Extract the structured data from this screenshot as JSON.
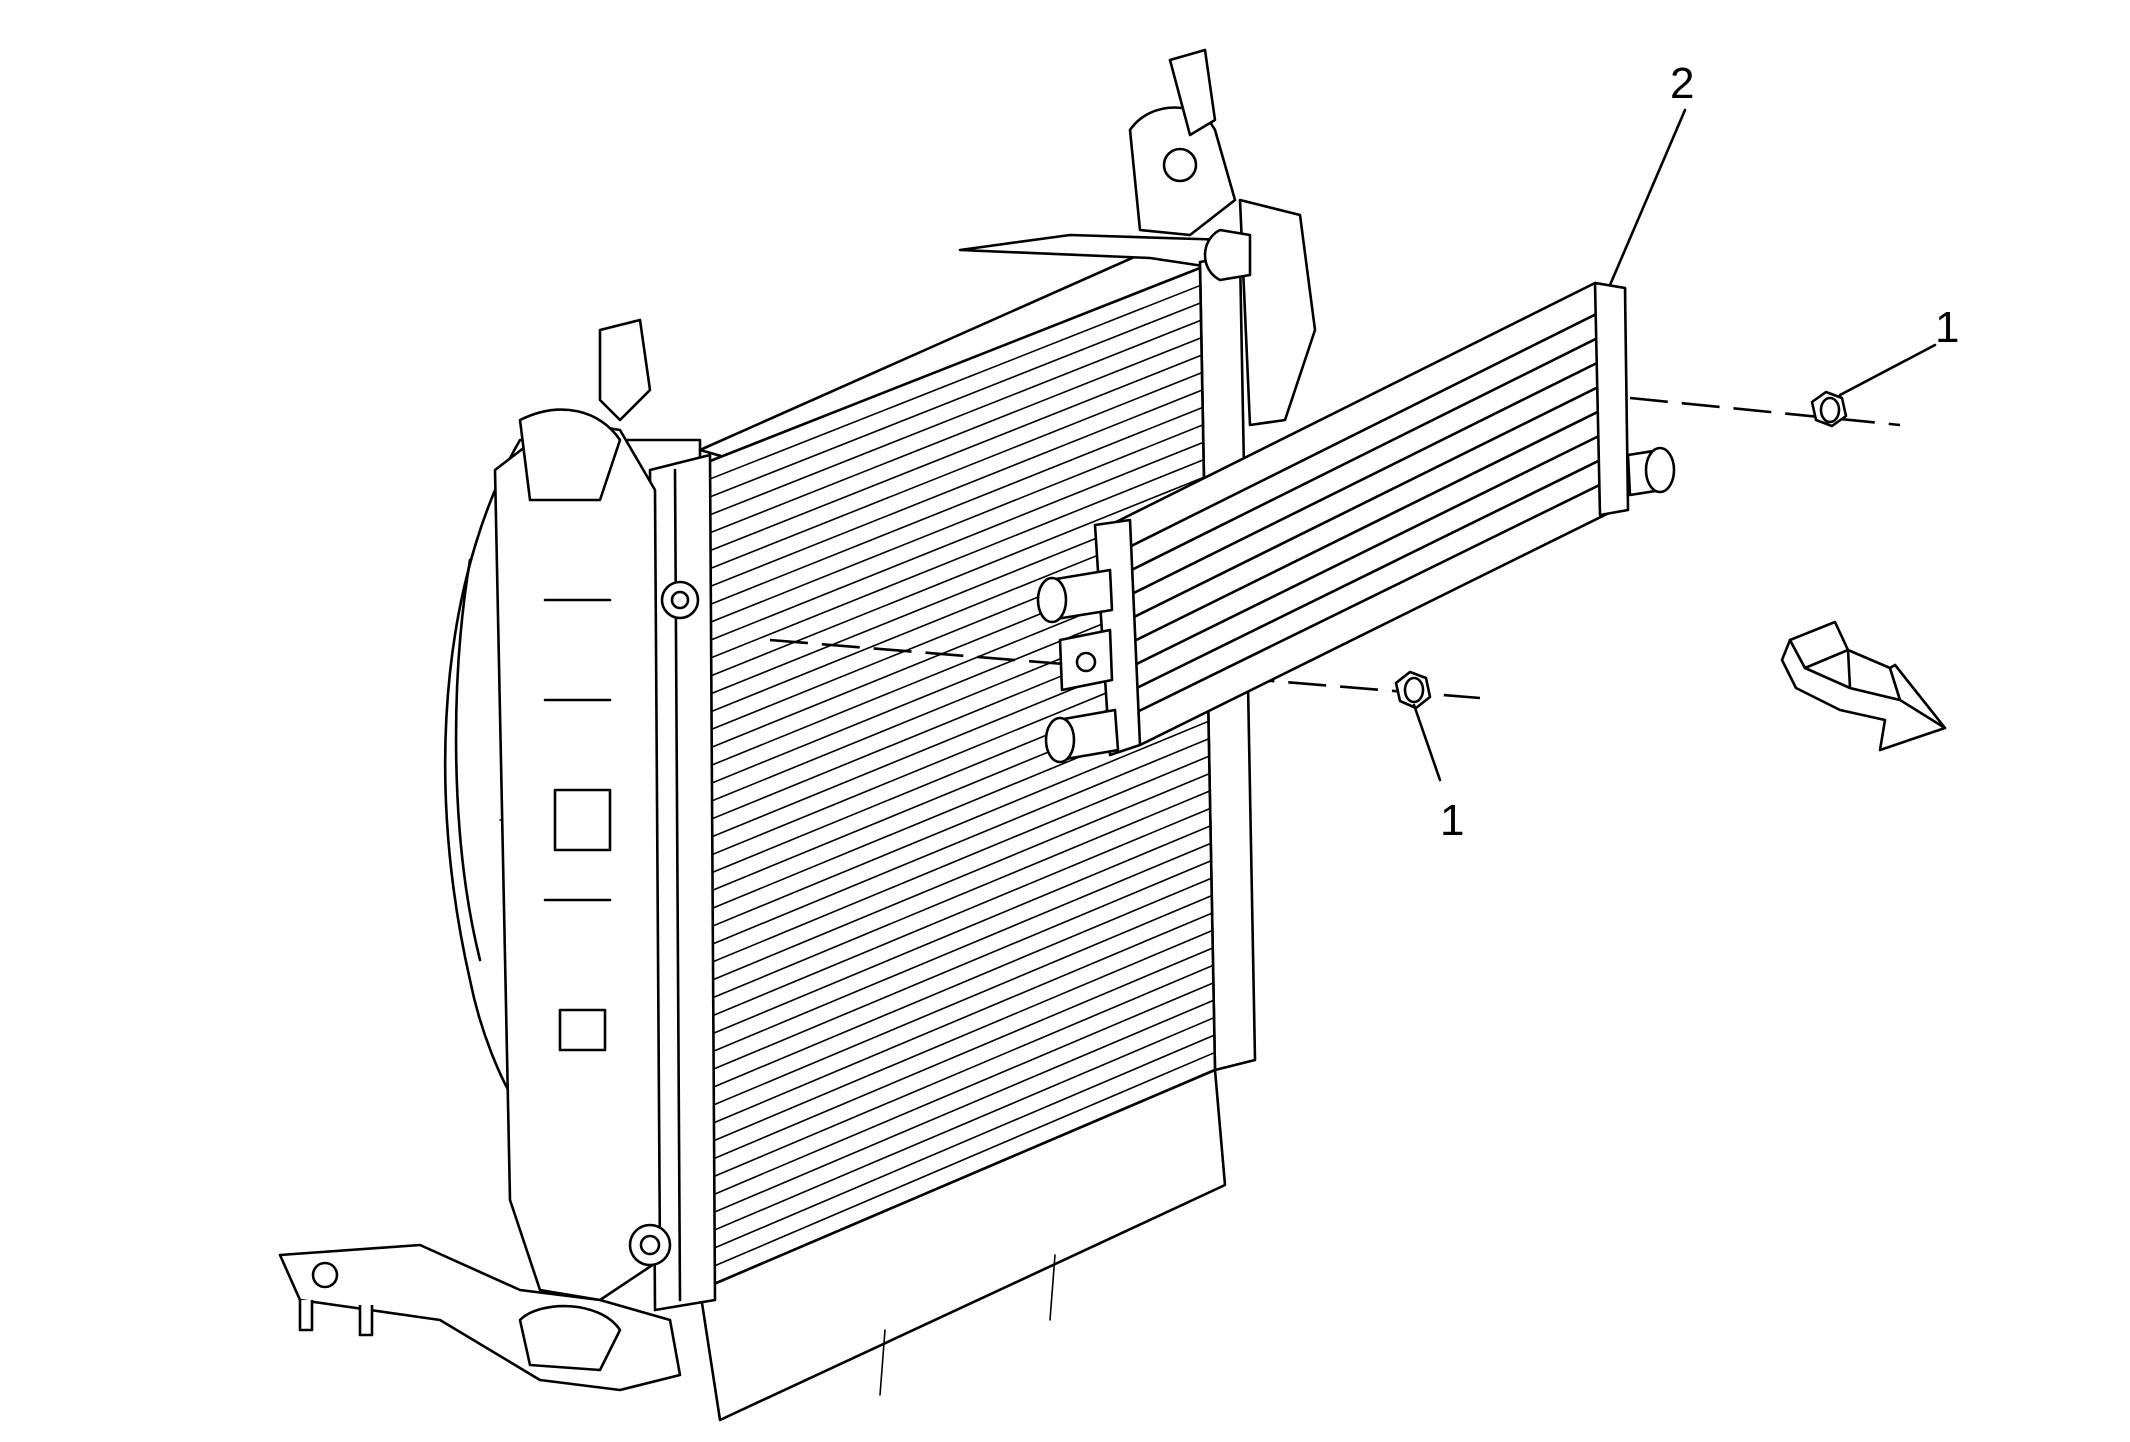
{
  "callouts": {
    "nut_upper": "1",
    "nut_lower": "1",
    "cooler": "2"
  },
  "icons": {
    "direction_arrow": "front-direction-arrow-icon"
  },
  "colors": {
    "line": "#000000",
    "background": "#ffffff"
  }
}
